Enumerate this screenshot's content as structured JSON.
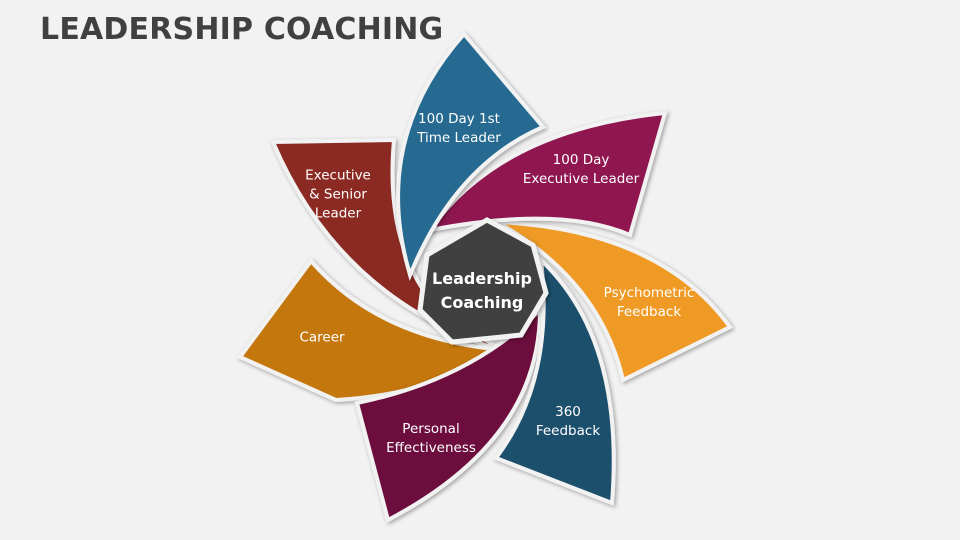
{
  "title": "LEADERSHIP COACHING",
  "colors": {
    "background": "#f2f2f2",
    "title": "#404040",
    "center": "#404040",
    "blue": "#256b91",
    "magenta": "#8f1450",
    "orange": "#f09a28",
    "navy": "#1e4f6c",
    "plum": "#6d0f3e",
    "amber": "#c4770c",
    "brick": "#8b2a22"
  },
  "center": {
    "line1": "Leadership",
    "line2": "Coaching"
  },
  "petals": [
    {
      "line1": "100 Day 1st",
      "line2": "Time Leader",
      "color": "#256b91"
    },
    {
      "line1": "100 Day",
      "line2": "Executive Leader",
      "color": "#8f1450"
    },
    {
      "line1": "Psychometric",
      "line2": "Feedback",
      "color": "#f09a28"
    },
    {
      "line1": "360",
      "line2": "Feedback",
      "color": "#1e4f6c"
    },
    {
      "line1": "Personal",
      "line2": "Effectiveness",
      "color": "#6d0f3e"
    },
    {
      "line1": "Career",
      "line2": "",
      "color": "#c4770c"
    },
    {
      "line1": "Executive",
      "line2": "& Senior",
      "line3": "Leader",
      "color": "#8b2a22"
    }
  ]
}
